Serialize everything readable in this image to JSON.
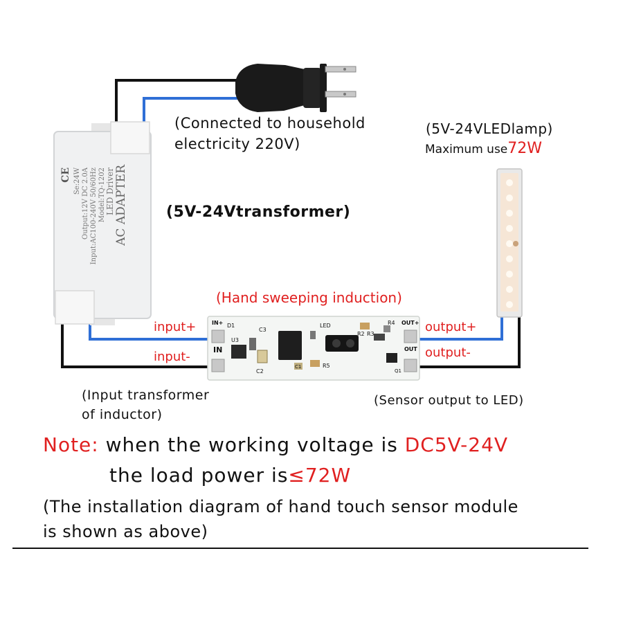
{
  "labels": {
    "plug_line1": "(Connected to household",
    "plug_line2": "electricity 220V)",
    "lamp_line1": "(5V-24VLEDlamp)",
    "lamp_line2_prefix": "Maximum use",
    "lamp_line2_value": "72W",
    "transformer": "(5V-24Vtransformer)",
    "sensor_title": "(Hand sweeping induction)",
    "input_plus": "input+",
    "input_minus": "input-",
    "output_plus": "output+",
    "output_minus": "output-",
    "left_caption_line1": "(Input transformer",
    "left_caption_line2": "of inductor)",
    "right_caption": "(Sensor output to LED)"
  },
  "adapter": {
    "title": "AC ADAPTER",
    "subtitle": "LED Driver",
    "model": "Model:TQ-1202",
    "input": "Input:AC100-240V 50/60Hz",
    "output": "Output:12V DC 2.0A",
    "power": "Se:24W",
    "ce_mark": "CE"
  },
  "board": {
    "in_plus": "IN+",
    "in": "IN",
    "d1": "D1",
    "u3": "U3",
    "c3": "C3",
    "c2": "C2",
    "led": "LED",
    "r2": "R2",
    "r3": "R3",
    "r4": "R4",
    "r5": "R5",
    "c1": "C1",
    "out_plus": "OUT+",
    "out": "OUT",
    "q1": "Q1"
  },
  "note": {
    "prefix": "Note:",
    "line1_text": " when the working voltage is ",
    "line1_value": "DC5V-24V",
    "line2_text": "the load power is",
    "line2_value": "≤72W"
  },
  "caption": {
    "line1": "(The installation diagram of hand touch sensor module",
    "line2": " is shown as above)"
  },
  "colors": {
    "accent_red": "#e02020",
    "wire_blue": "#2f6fd6",
    "wire_black": "#111111",
    "board_white": "#f4f6f4"
  }
}
